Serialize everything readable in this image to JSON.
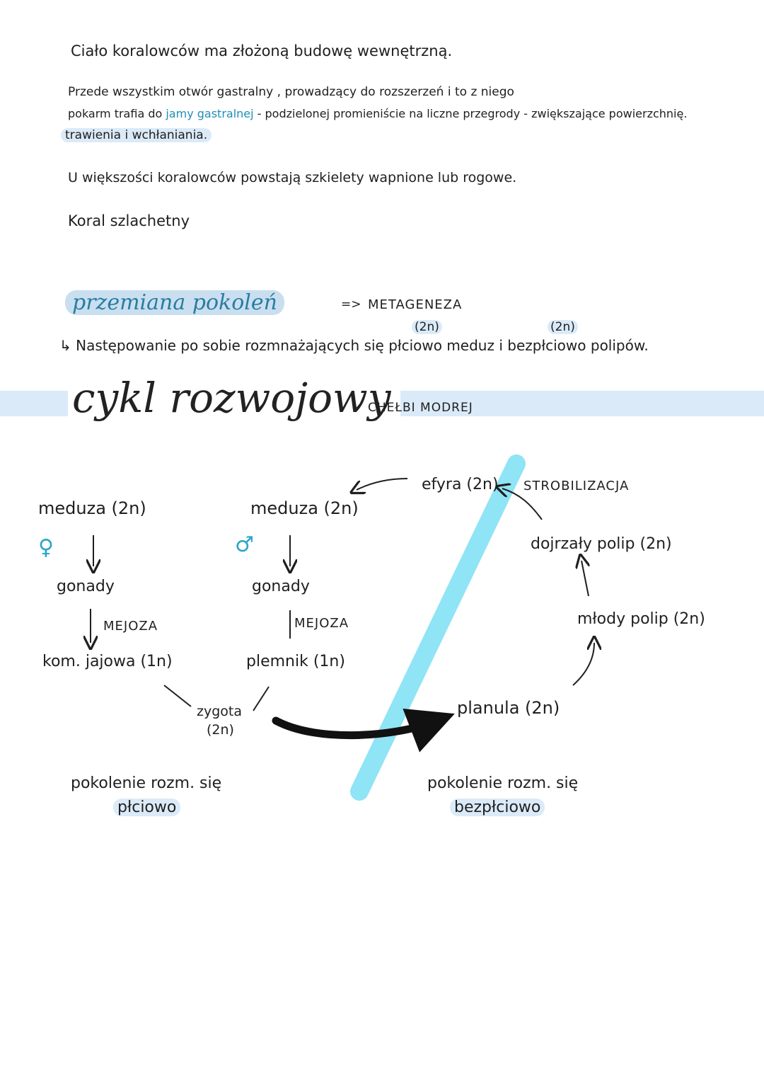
{
  "intro": {
    "line1": "Ciało koralowców ma złożoną budowę wewnętrzną.",
    "p2_a": "Przede wszystkim otwór gastralny , prowadzący do rozszerzeń i to z niego",
    "p2_b_pre": "pokarm trafia do ",
    "p2_b_teal": "jamy gastralnej",
    "p2_b_post": " - podzielonej promieniście na liczne przegrody - zwiększające powierzchnię.",
    "p2_c": "trawienia i wchłaniania.",
    "line3": "U większości koralowców powstają szkielety wapnione lub rogowe.",
    "line4": "Koral szlachetny"
  },
  "metagenesis": {
    "term": "przemiana pokoleń",
    "arrow": "=>",
    "label": "METAGENEZA",
    "ploidy_a": "(2n)",
    "ploidy_b": "(2n)",
    "def_prefix": "↳",
    "definition": "Następowanie po sobie rozmnażających się płciowo meduz i bezpłciowo polipów."
  },
  "cycle": {
    "title": "cykl rozwojowy",
    "subtitle": "CHEŁBI MODREJ",
    "female": {
      "name": "meduza (2n)",
      "symbol": "♀",
      "gonads": "gonady",
      "process": "MEJOZA",
      "cell": "kom. jajowa (1n)"
    },
    "male": {
      "name": "meduza (2n)",
      "symbol": "♂",
      "gonads": "gonady",
      "process": "MEJOZA",
      "cell": "plemnik (1n)"
    },
    "zygote_a": "zygota",
    "zygote_b": "(2n)",
    "efyra": "efyra (2n)",
    "strobilization": "STROBILIZACJA",
    "mature_polyp": "dojrzały polip (2n)",
    "young_polyp": "młody polip (2n)",
    "planula": "planula (2n)",
    "sexual_a": "pokolenie rozm. się",
    "sexual_b": "płciowo",
    "asexual_a": "pokolenie rozm. się",
    "asexual_b": "bezpłciowo"
  },
  "colors": {
    "highlight": "#dbeaf8",
    "divider": "#8fe4f5",
    "teal": "#1f8fb5",
    "symbol": "#2aa4c8"
  }
}
